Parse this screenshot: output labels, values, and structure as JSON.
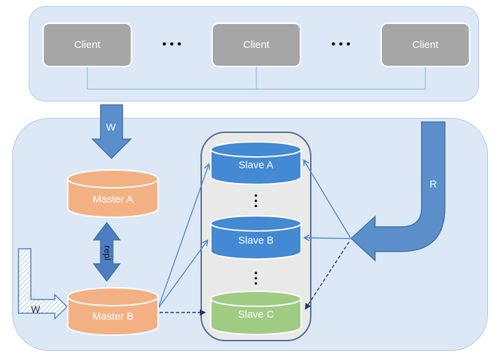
{
  "clients_panel": {
    "clients": [
      {
        "label": "Client"
      },
      {
        "label": "Client"
      },
      {
        "label": "Client"
      }
    ],
    "ellipsis": [
      "•••",
      "•••"
    ]
  },
  "storage_panel": {
    "masters": [
      {
        "label": "Master A"
      },
      {
        "label": "Master B"
      }
    ],
    "slaves_group": {
      "slaves": [
        {
          "label": "Slave A"
        },
        {
          "label": "Slave B"
        },
        {
          "label": "Slave C"
        }
      ],
      "ellipsis": [
        "•••",
        "•••"
      ]
    },
    "arrows": {
      "client_write_label": "W",
      "external_write_label": "W",
      "replication_label": "repl",
      "read_label": "R"
    }
  },
  "colors": {
    "panel_fill": "#DDE8F6",
    "panel_border": "#A9C9E8",
    "client_gray": "#A6A6A6",
    "master_orange": "#F3B183",
    "slave_blue": "#4389D3",
    "slave_green": "#9FCC82",
    "big_arrow_fill": "#5A8FCC",
    "big_arrow_border": "#41719C",
    "thin_arrow_blue": "#4A86C8",
    "dashed_navy": "#1F3864",
    "slaves_container_fill": "#E9E9E9",
    "slaves_container_border": "#4F6D93"
  }
}
